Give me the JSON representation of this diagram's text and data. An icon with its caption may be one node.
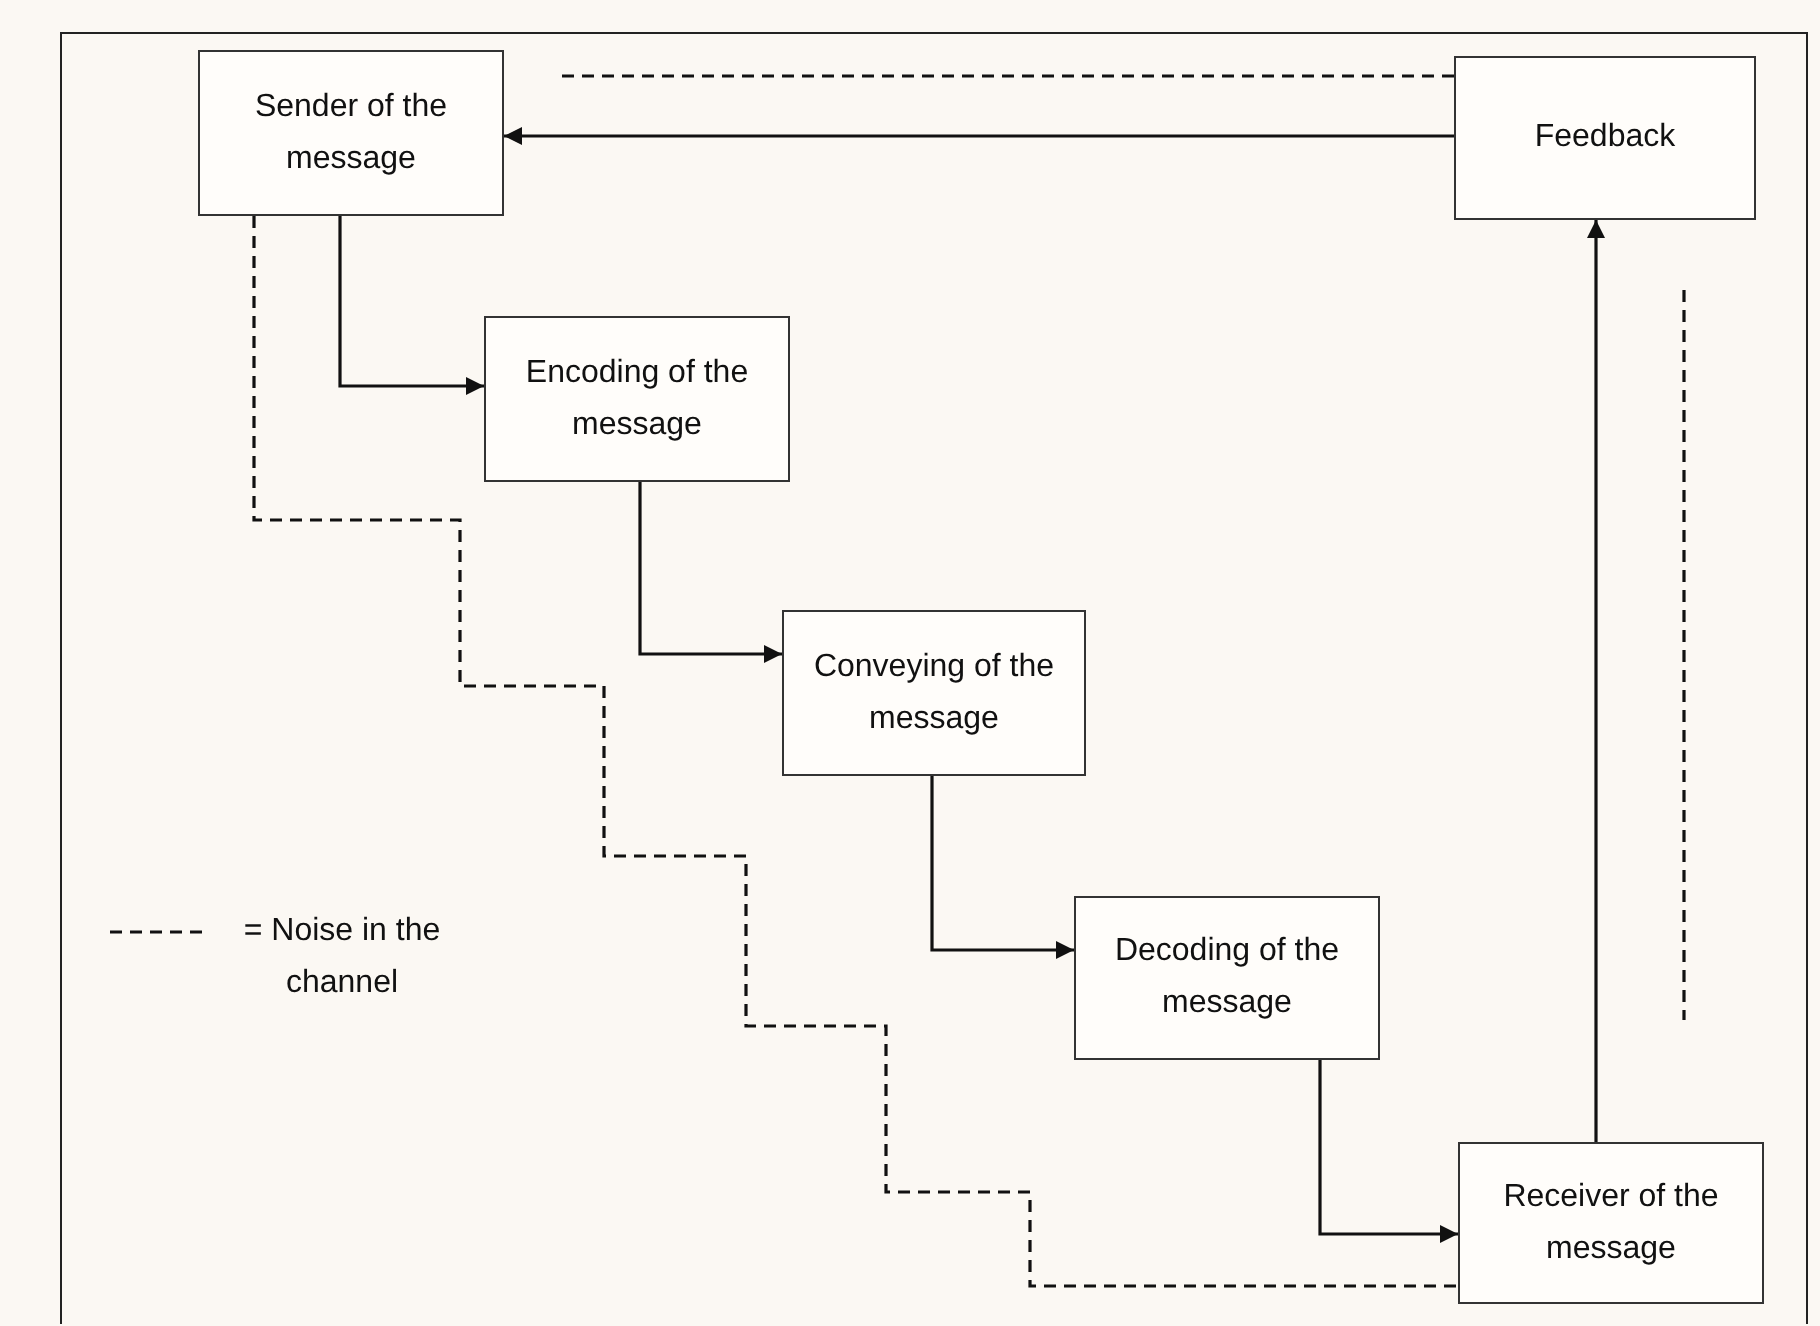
{
  "diagram": {
    "nodes": [
      {
        "text": [
          "Sender of the message"
        ]
      },
      {
        "text": [
          "Feedback"
        ]
      },
      {
        "text": [
          "Encoding of the message"
        ]
      },
      {
        "text": [
          "Conveying of the message"
        ]
      },
      {
        "text": [
          "Decoding of the message"
        ]
      },
      {
        "text": [
          "Receiver of the message"
        ]
      }
    ],
    "edges": [
      {
        "from": 0,
        "to": 2,
        "arrow": "to"
      },
      {
        "from": 2,
        "to": 3,
        "arrow": "to"
      },
      {
        "from": 3,
        "to": 4,
        "arrow": "to"
      },
      {
        "from": 4,
        "to": 5,
        "arrow": "to"
      },
      {
        "from": 5,
        "to": 1,
        "arrow": "to"
      },
      {
        "from": 1,
        "to": 0,
        "arrow": "to"
      },
      {
        "from": 0,
        "to": 5,
        "arrow": "none",
        "style": "dashed"
      },
      {
        "from": 1,
        "to": null,
        "arrow": "none",
        "style": "dashed"
      }
    ],
    "legend": [
      {
        "text": "= Noise in the channel"
      }
    ]
  }
}
